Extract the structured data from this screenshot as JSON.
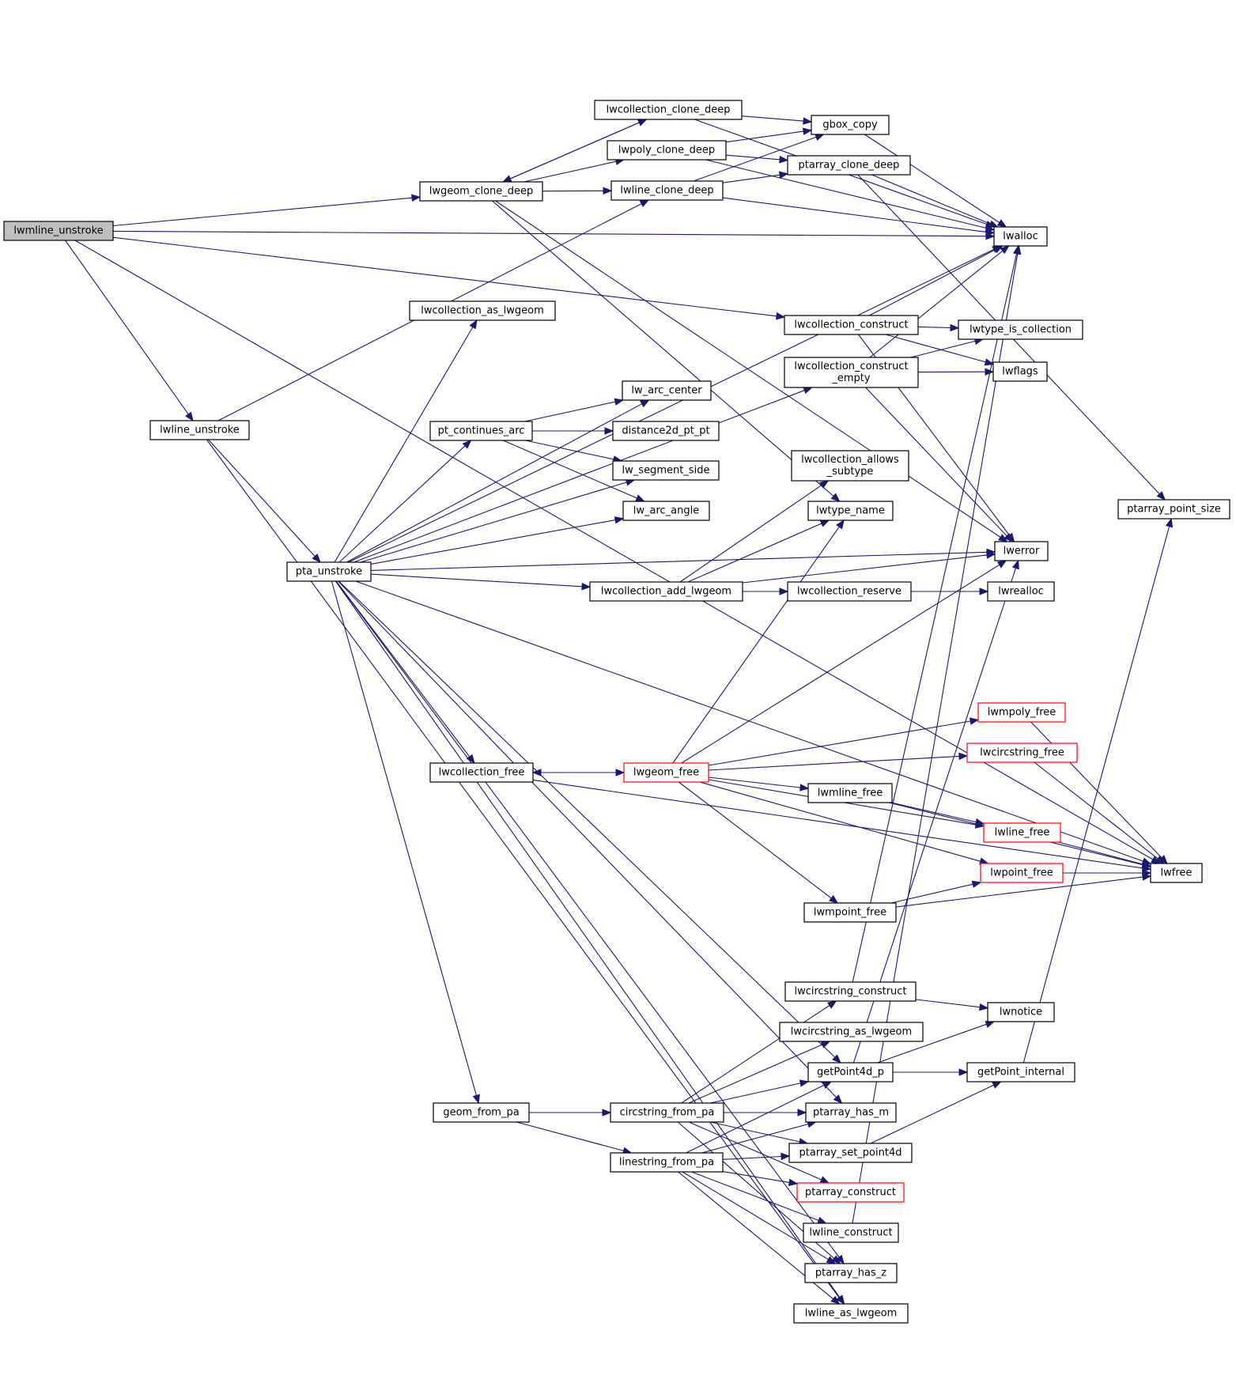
{
  "colors": {
    "edge": "#191970",
    "border": "#000000",
    "border_truncated": "#ff0000",
    "root_fill": "#bfbfbf",
    "node_fill": "#ffffff"
  },
  "nodes": {
    "lwmline_unstroke": [
      "lwmline_unstroke"
    ],
    "lwgeom_clone_deep": [
      "lwgeom_clone_deep"
    ],
    "lwcollection_clone_deep": [
      "lwcollection_clone_deep"
    ],
    "lwpoly_clone_deep": [
      "lwpoly_clone_deep"
    ],
    "lwline_clone_deep": [
      "lwline_clone_deep"
    ],
    "gbox_copy": [
      "gbox_copy"
    ],
    "ptarray_clone_deep": [
      "ptarray_clone_deep"
    ],
    "lwalloc": [
      "lwalloc"
    ],
    "lwcollection_as_lwgeom": [
      "lwcollection_as_lwgeom"
    ],
    "lwcollection_construct": [
      "lwcollection_construct"
    ],
    "lwtype_is_collection": [
      "lwtype_is_collection"
    ],
    "lwcollection_construct_empty": [
      "lwcollection_construct",
      "_empty"
    ],
    "lwflags": [
      "lwflags"
    ],
    "lw_arc_center": [
      "lw_arc_center"
    ],
    "lwline_unstroke": [
      "lwline_unstroke"
    ],
    "pt_continues_arc": [
      "pt_continues_arc"
    ],
    "distance2d_pt_pt": [
      "distance2d_pt_pt"
    ],
    "lw_segment_side": [
      "lw_segment_side"
    ],
    "lwcollection_allows_subtype": [
      "lwcollection_allows",
      "_subtype"
    ],
    "ptarray_point_size": [
      "ptarray_point_size"
    ],
    "lw_arc_angle": [
      "lw_arc_angle"
    ],
    "lwtype_name": [
      "lwtype_name"
    ],
    "lwerror": [
      "lwerror"
    ],
    "pta_unstroke": [
      "pta_unstroke"
    ],
    "lwcollection_add_lwgeom": [
      "lwcollection_add_lwgeom"
    ],
    "lwcollection_reserve": [
      "lwcollection_reserve"
    ],
    "lwrealloc": [
      "lwrealloc"
    ],
    "lwmpoly_free": [
      "lwmpoly_free"
    ],
    "lwcircstring_free": [
      "lwcircstring_free"
    ],
    "lwcollection_free": [
      "lwcollection_free"
    ],
    "lwgeom_free": [
      "lwgeom_free"
    ],
    "lwmline_free": [
      "lwmline_free"
    ],
    "lwline_free": [
      "lwline_free"
    ],
    "lwpoint_free": [
      "lwpoint_free"
    ],
    "lwfree": [
      "lwfree"
    ],
    "lwmpoint_free": [
      "lwmpoint_free"
    ],
    "lwcircstring_construct": [
      "lwcircstring_construct"
    ],
    "lwnotice": [
      "lwnotice"
    ],
    "lwcircstring_as_lwgeom": [
      "lwcircstring_as_lwgeom"
    ],
    "getPoint4d_p": [
      "getPoint4d_p"
    ],
    "getPoint_internal": [
      "getPoint_internal"
    ],
    "geom_from_pa": [
      "geom_from_pa"
    ],
    "circstring_from_pa": [
      "circstring_from_pa"
    ],
    "ptarray_has_m": [
      "ptarray_has_m"
    ],
    "ptarray_set_point4d": [
      "ptarray_set_point4d"
    ],
    "linestring_from_pa": [
      "linestring_from_pa"
    ],
    "ptarray_construct": [
      "ptarray_construct"
    ],
    "lwline_construct": [
      "lwline_construct"
    ],
    "ptarray_has_z": [
      "ptarray_has_z"
    ],
    "lwline_as_lwgeom": [
      "lwline_as_lwgeom"
    ]
  },
  "root_node": "lwmline_unstroke",
  "truncated_nodes": [
    "lwmpoly_free",
    "lwcircstring_free",
    "lwgeom_free",
    "lwline_free",
    "lwpoint_free",
    "ptarray_construct"
  ],
  "edges": [
    [
      "lwmline_unstroke",
      "lwalloc"
    ],
    [
      "lwmline_unstroke",
      "lwgeom_clone_deep"
    ],
    [
      "lwmline_unstroke",
      "lwcollection_construct"
    ],
    [
      "lwmline_unstroke",
      "lwline_unstroke"
    ],
    [
      "lwmline_unstroke",
      "lwfree"
    ],
    [
      "lwgeom_clone_deep",
      "lwcollection_clone_deep"
    ],
    [
      "lwgeom_clone_deep",
      "lwpoly_clone_deep"
    ],
    [
      "lwgeom_clone_deep",
      "lwline_clone_deep"
    ],
    [
      "lwgeom_clone_deep",
      "lwtype_name"
    ],
    [
      "lwgeom_clone_deep",
      "lwerror"
    ],
    [
      "lwcollection_clone_deep",
      "lwgeom_clone_deep"
    ],
    [
      "lwcollection_clone_deep",
      "gbox_copy"
    ],
    [
      "lwcollection_clone_deep",
      "lwalloc"
    ],
    [
      "lwpoly_clone_deep",
      "gbox_copy"
    ],
    [
      "lwpoly_clone_deep",
      "ptarray_clone_deep"
    ],
    [
      "lwpoly_clone_deep",
      "lwalloc"
    ],
    [
      "lwline_clone_deep",
      "gbox_copy"
    ],
    [
      "lwline_clone_deep",
      "ptarray_clone_deep"
    ],
    [
      "lwline_clone_deep",
      "lwalloc"
    ],
    [
      "gbox_copy",
      "lwalloc"
    ],
    [
      "ptarray_clone_deep",
      "lwalloc"
    ],
    [
      "ptarray_clone_deep",
      "ptarray_point_size"
    ],
    [
      "lwcollection_construct",
      "lwalloc"
    ],
    [
      "lwcollection_construct",
      "lwtype_is_collection"
    ],
    [
      "lwcollection_construct",
      "lwflags"
    ],
    [
      "lwcollection_construct",
      "lwerror"
    ],
    [
      "lwcollection_construct_empty",
      "lwalloc"
    ],
    [
      "lwcollection_construct_empty",
      "lwtype_is_collection"
    ],
    [
      "lwcollection_construct_empty",
      "lwflags"
    ],
    [
      "lwcollection_construct_empty",
      "lwerror"
    ],
    [
      "lwline_unstroke",
      "lwline_clone_deep"
    ],
    [
      "lwline_unstroke",
      "pta_unstroke"
    ],
    [
      "lwline_unstroke",
      "lwline_as_lwgeom"
    ],
    [
      "pt_continues_arc",
      "lw_arc_center"
    ],
    [
      "pt_continues_arc",
      "distance2d_pt_pt"
    ],
    [
      "pt_continues_arc",
      "lw_segment_side"
    ],
    [
      "pt_continues_arc",
      "lw_arc_angle"
    ],
    [
      "pta_unstroke",
      "lwcollection_as_lwgeom"
    ],
    [
      "pta_unstroke",
      "lwalloc"
    ],
    [
      "pta_unstroke",
      "lw_arc_center"
    ],
    [
      "pta_unstroke",
      "pt_continues_arc"
    ],
    [
      "pta_unstroke",
      "lw_segment_side"
    ],
    [
      "pta_unstroke",
      "lw_arc_angle"
    ],
    [
      "pta_unstroke",
      "lwcollection_construct_empty"
    ],
    [
      "pta_unstroke",
      "lwcollection_add_lwgeom"
    ],
    [
      "pta_unstroke",
      "lwerror"
    ],
    [
      "pta_unstroke",
      "lwcollection_free"
    ],
    [
      "pta_unstroke",
      "getPoint4d_p"
    ],
    [
      "pta_unstroke",
      "ptarray_has_m"
    ],
    [
      "pta_unstroke",
      "geom_from_pa"
    ],
    [
      "pta_unstroke",
      "ptarray_has_z"
    ],
    [
      "pta_unstroke",
      "lwline_as_lwgeom"
    ],
    [
      "pta_unstroke",
      "lwfree"
    ],
    [
      "lwcollection_add_lwgeom",
      "lwcollection_allows_subtype"
    ],
    [
      "lwcollection_add_lwgeom",
      "lwtype_name"
    ],
    [
      "lwcollection_add_lwgeom",
      "lwerror"
    ],
    [
      "lwcollection_add_lwgeom",
      "lwcollection_reserve"
    ],
    [
      "lwcollection_reserve",
      "lwrealloc"
    ],
    [
      "lwcollection_free",
      "lwgeom_free"
    ],
    [
      "lwcollection_free",
      "lwfree"
    ],
    [
      "lwgeom_free",
      "lwcollection_free"
    ],
    [
      "lwgeom_free",
      "lwtype_name"
    ],
    [
      "lwgeom_free",
      "lwerror"
    ],
    [
      "lwgeom_free",
      "lwmpoly_free"
    ],
    [
      "lwgeom_free",
      "lwcircstring_free"
    ],
    [
      "lwgeom_free",
      "lwmline_free"
    ],
    [
      "lwgeom_free",
      "lwline_free"
    ],
    [
      "lwgeom_free",
      "lwpoint_free"
    ],
    [
      "lwgeom_free",
      "lwmpoint_free"
    ],
    [
      "lwmpoly_free",
      "lwfree"
    ],
    [
      "lwcircstring_free",
      "lwfree"
    ],
    [
      "lwmline_free",
      "lwline_free"
    ],
    [
      "lwmline_free",
      "lwfree"
    ],
    [
      "lwline_free",
      "lwfree"
    ],
    [
      "lwpoint_free",
      "lwfree"
    ],
    [
      "lwmpoint_free",
      "lwpoint_free"
    ],
    [
      "lwmpoint_free",
      "lwfree"
    ],
    [
      "lwcircstring_construct",
      "lwalloc"
    ],
    [
      "lwcircstring_construct",
      "lwnotice"
    ],
    [
      "getPoint4d_p",
      "lwerror"
    ],
    [
      "getPoint4d_p",
      "lwnotice"
    ],
    [
      "getPoint4d_p",
      "getPoint_internal"
    ],
    [
      "getPoint_internal",
      "ptarray_point_size"
    ],
    [
      "geom_from_pa",
      "circstring_from_pa"
    ],
    [
      "geom_from_pa",
      "linestring_from_pa"
    ],
    [
      "circstring_from_pa",
      "lwcircstring_construct"
    ],
    [
      "circstring_from_pa",
      "lwcircstring_as_lwgeom"
    ],
    [
      "circstring_from_pa",
      "getPoint4d_p"
    ],
    [
      "circstring_from_pa",
      "ptarray_has_m"
    ],
    [
      "circstring_from_pa",
      "ptarray_set_point4d"
    ],
    [
      "circstring_from_pa",
      "ptarray_construct"
    ],
    [
      "circstring_from_pa",
      "ptarray_has_z"
    ],
    [
      "linestring_from_pa",
      "getPoint4d_p"
    ],
    [
      "linestring_from_pa",
      "ptarray_has_m"
    ],
    [
      "linestring_from_pa",
      "ptarray_set_point4d"
    ],
    [
      "linestring_from_pa",
      "ptarray_construct"
    ],
    [
      "linestring_from_pa",
      "lwline_construct"
    ],
    [
      "linestring_from_pa",
      "ptarray_has_z"
    ],
    [
      "linestring_from_pa",
      "lwline_as_lwgeom"
    ],
    [
      "ptarray_set_point4d",
      "getPoint_internal"
    ],
    [
      "lwline_construct",
      "lwalloc"
    ]
  ]
}
